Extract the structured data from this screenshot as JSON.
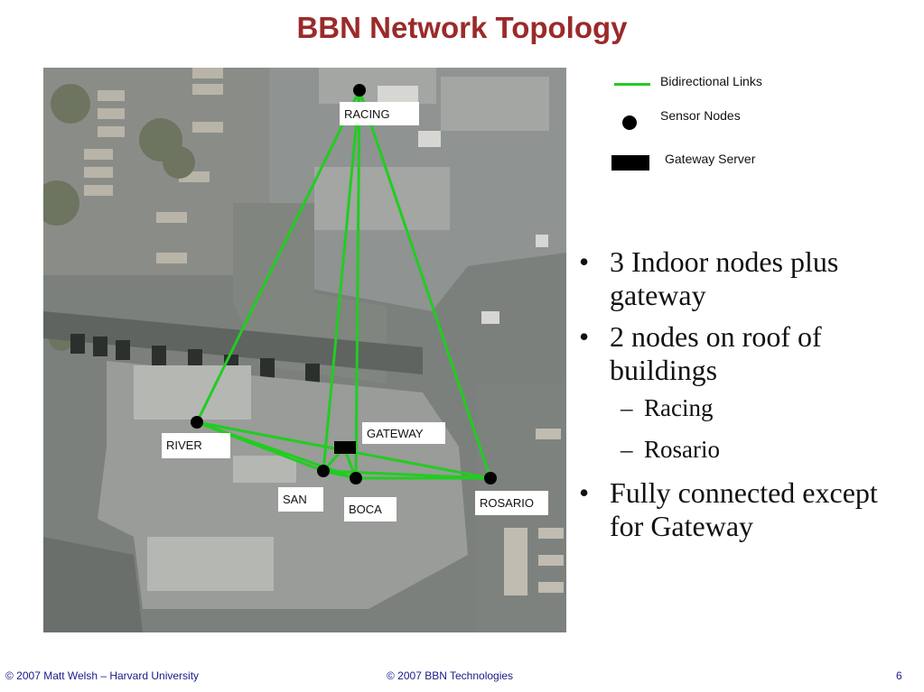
{
  "slide": {
    "title": "BBN Network Topology",
    "page_number": "6"
  },
  "legend": {
    "links": "Bidirectional Links",
    "sensor_nodes": "Sensor Nodes",
    "gateway_server": "Gateway Server",
    "link_color": "#22cc22"
  },
  "map": {
    "nodes": {
      "racing": "RACING",
      "river": "RIVER",
      "gateway": "GATEWAY",
      "san": "SAN",
      "boca": "BOCA",
      "rosario": "ROSARIO"
    }
  },
  "bullets": [
    {
      "text": "3 Indoor nodes plus gateway"
    },
    {
      "text": "2 nodes on roof of buildings",
      "subs": [
        "Racing",
        "Rosario"
      ]
    },
    {
      "text": "Fully connected except for Gateway"
    }
  ],
  "footer": {
    "left": "© 2007 Matt Welsh – Harvard University",
    "center": "© 2007 BBN Technologies"
  },
  "glyphs": {
    "bullet": "•",
    "dash": "–"
  }
}
